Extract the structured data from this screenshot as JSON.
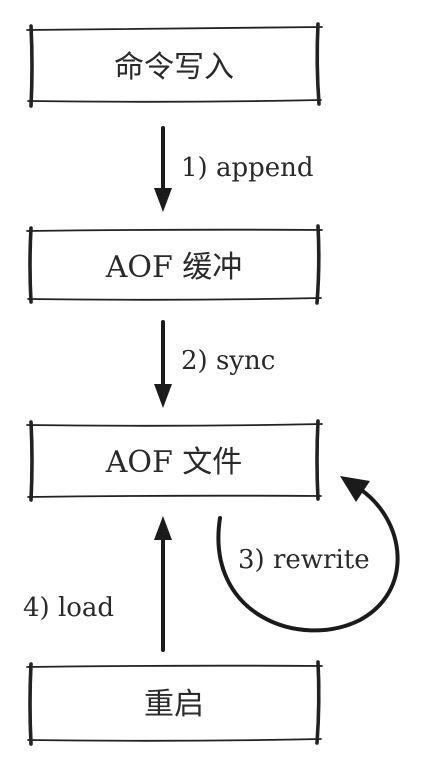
{
  "boxes": {
    "command_write": "命令写入",
    "aof_buffer": "AOF 缓冲",
    "aof_file": "AOF 文件",
    "restart": "重启"
  },
  "edges": {
    "append": "1) append",
    "sync": "2) sync",
    "rewrite": "3) rewrite",
    "load": "4) load"
  },
  "colors": {
    "ink": "#222222",
    "background": "#ffffff"
  }
}
